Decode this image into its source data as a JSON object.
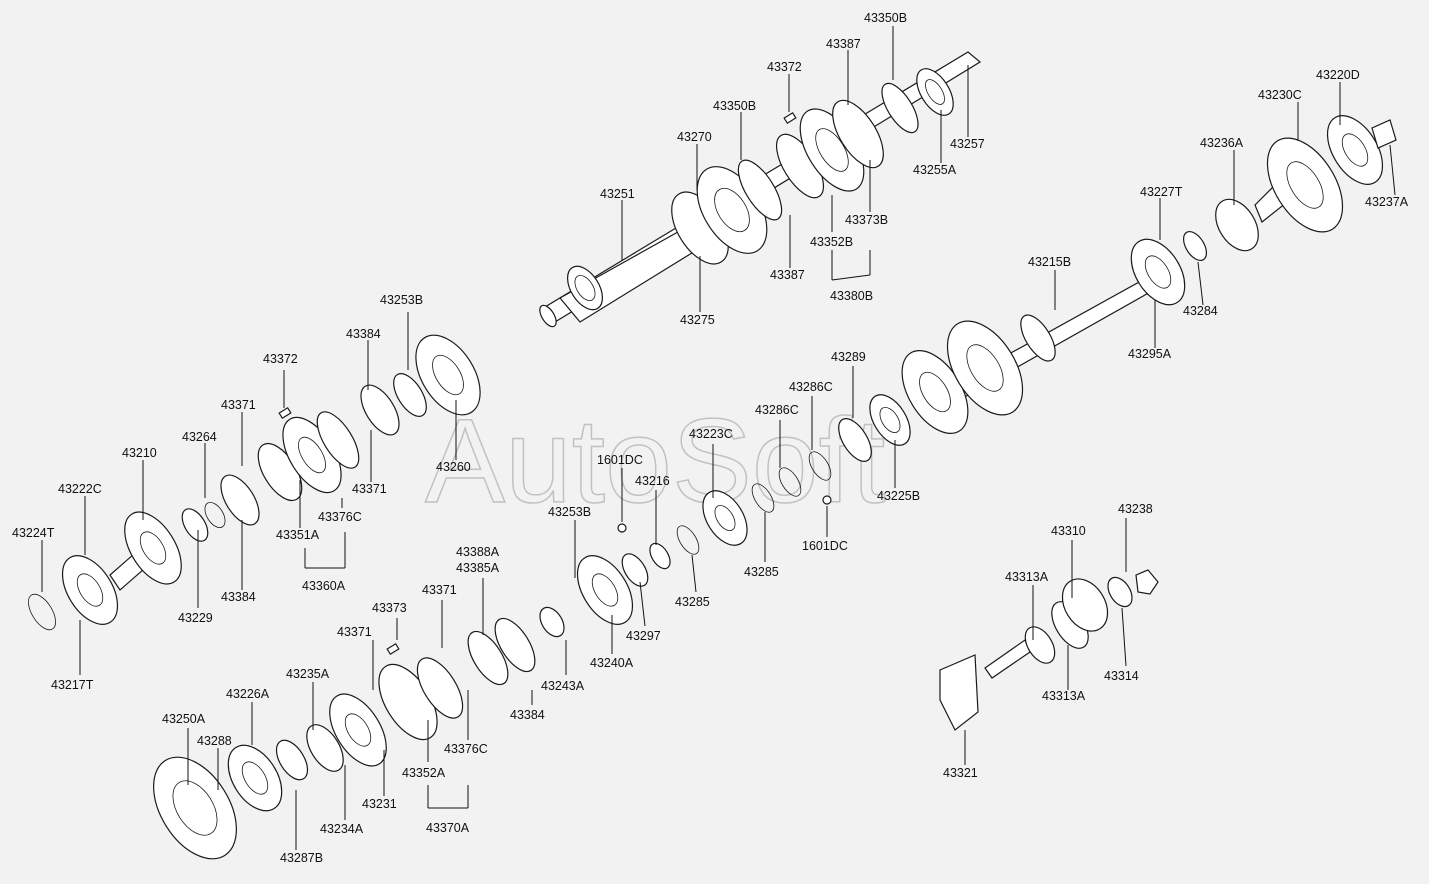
{
  "watermark": "AutoSoft",
  "labels": [
    {
      "id": "l1",
      "text": "43350B"
    },
    {
      "id": "l2",
      "text": "43387"
    },
    {
      "id": "l3",
      "text": "43372"
    },
    {
      "id": "l4",
      "text": "43350B"
    },
    {
      "id": "l5",
      "text": "43270"
    },
    {
      "id": "l6",
      "text": "43257"
    },
    {
      "id": "l7",
      "text": "43255A"
    },
    {
      "id": "l8",
      "text": "43251"
    },
    {
      "id": "l9",
      "text": "43373B"
    },
    {
      "id": "l10",
      "text": "43352B"
    },
    {
      "id": "l11",
      "text": "43387"
    },
    {
      "id": "l12",
      "text": "43380B"
    },
    {
      "id": "l13",
      "text": "43275"
    },
    {
      "id": "l14",
      "text": "43220D"
    },
    {
      "id": "l15",
      "text": "43230C"
    },
    {
      "id": "l16",
      "text": "43236A"
    },
    {
      "id": "l17",
      "text": "43237A"
    },
    {
      "id": "l18",
      "text": "43227T"
    },
    {
      "id": "l19",
      "text": "43215B"
    },
    {
      "id": "l20",
      "text": "43284"
    },
    {
      "id": "l21",
      "text": "43295A"
    },
    {
      "id": "l22",
      "text": "43253B"
    },
    {
      "id": "l23",
      "text": "43384"
    },
    {
      "id": "l24",
      "text": "43372"
    },
    {
      "id": "l25",
      "text": "43371"
    },
    {
      "id": "l26",
      "text": "43264"
    },
    {
      "id": "l27",
      "text": "43210"
    },
    {
      "id": "l28",
      "text": "43260"
    },
    {
      "id": "l29",
      "text": "43371"
    },
    {
      "id": "l30",
      "text": "43376C"
    },
    {
      "id": "l31",
      "text": "43222C"
    },
    {
      "id": "l32",
      "text": "43351A"
    },
    {
      "id": "l33",
      "text": "43360A"
    },
    {
      "id": "l34",
      "text": "43224T"
    },
    {
      "id": "l35",
      "text": "43229"
    },
    {
      "id": "l36",
      "text": "43384"
    },
    {
      "id": "l37",
      "text": "43217T"
    },
    {
      "id": "l38",
      "text": "43289"
    },
    {
      "id": "l39",
      "text": "43286C"
    },
    {
      "id": "l40",
      "text": "43286C"
    },
    {
      "id": "l41",
      "text": "43223C"
    },
    {
      "id": "l42",
      "text": "1601DC"
    },
    {
      "id": "l43",
      "text": "43216"
    },
    {
      "id": "l44",
      "text": "43225B"
    },
    {
      "id": "l45",
      "text": "1601DC"
    },
    {
      "id": "l46",
      "text": "43285"
    },
    {
      "id": "l47",
      "text": "43253B"
    },
    {
      "id": "l48",
      "text": "43285"
    },
    {
      "id": "l49",
      "text": "43297"
    },
    {
      "id": "l50",
      "text": "43240A"
    },
    {
      "id": "l51",
      "text": "43243A"
    },
    {
      "id": "l52",
      "text": "43388A"
    },
    {
      "id": "l53",
      "text": "43385A"
    },
    {
      "id": "l54",
      "text": "43373"
    },
    {
      "id": "l55",
      "text": "43371"
    },
    {
      "id": "l56",
      "text": "43371"
    },
    {
      "id": "l57",
      "text": "43384"
    },
    {
      "id": "l58",
      "text": "43235A"
    },
    {
      "id": "l59",
      "text": "43226A"
    },
    {
      "id": "l60",
      "text": "43250A"
    },
    {
      "id": "l61",
      "text": "43288"
    },
    {
      "id": "l62",
      "text": "43376C"
    },
    {
      "id": "l63",
      "text": "43352A"
    },
    {
      "id": "l64",
      "text": "43231"
    },
    {
      "id": "l65",
      "text": "43234A"
    },
    {
      "id": "l66",
      "text": "43370A"
    },
    {
      "id": "l67",
      "text": "43287B"
    },
    {
      "id": "l68",
      "text": "43310"
    },
    {
      "id": "l69",
      "text": "43238"
    },
    {
      "id": "l70",
      "text": "43313A"
    },
    {
      "id": "l71",
      "text": "43314"
    },
    {
      "id": "l72",
      "text": "43313A"
    },
    {
      "id": "l73",
      "text": "43321"
    }
  ]
}
